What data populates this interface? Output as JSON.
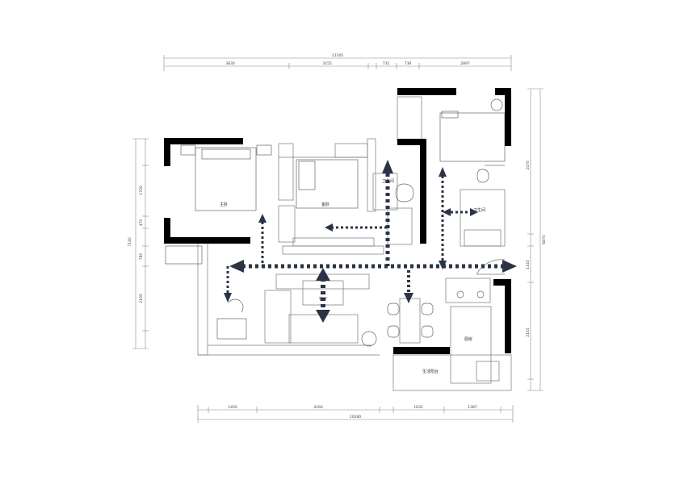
{
  "dimensions": {
    "top_total": "11345",
    "top_segments": [
      "3830",
      "3155",
      "735",
      "730",
      "2897"
    ],
    "bottom_total": "10280",
    "bottom_segments": [
      "1450",
      "4160",
      "1632",
      "1387"
    ],
    "left_total": "7140",
    "left_segments": [
      "1700",
      "470",
      "780",
      "2195"
    ],
    "right_total": "6870",
    "right_segments": [
      "2470",
      "1145",
      "2145"
    ]
  },
  "rooms": {
    "master_bedroom": "主卧",
    "second_bedroom": "客卧",
    "living_room": "客厅",
    "bathroom_1": "卫生间",
    "bathroom_2": "卫生间",
    "kitchen": "厨房",
    "balcony": "生活阳台"
  },
  "colors": {
    "wall": "#000000",
    "line": "#777777",
    "arrow": "#2a3446"
  }
}
